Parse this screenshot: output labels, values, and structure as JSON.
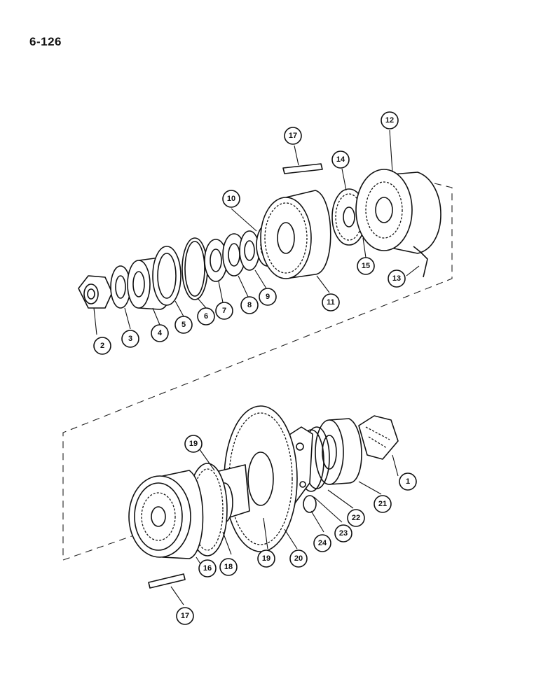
{
  "page": {
    "number": "6-126"
  },
  "callouts": [
    {
      "id": "c1",
      "label": "1"
    },
    {
      "id": "c2",
      "label": "2"
    },
    {
      "id": "c3",
      "label": "3"
    },
    {
      "id": "c4",
      "label": "4"
    },
    {
      "id": "c5",
      "label": "5"
    },
    {
      "id": "c6",
      "label": "6"
    },
    {
      "id": "c7",
      "label": "7"
    },
    {
      "id": "c8",
      "label": "8"
    },
    {
      "id": "c9",
      "label": "9"
    },
    {
      "id": "c10",
      "label": "10"
    },
    {
      "id": "c11",
      "label": "11"
    },
    {
      "id": "c12",
      "label": "12"
    },
    {
      "id": "c13",
      "label": "13"
    },
    {
      "id": "c14",
      "label": "14"
    },
    {
      "id": "c15",
      "label": "15"
    },
    {
      "id": "c16",
      "label": "16"
    },
    {
      "id": "c17a",
      "label": "17"
    },
    {
      "id": "c17b",
      "label": "17"
    },
    {
      "id": "c18",
      "label": "18"
    },
    {
      "id": "c19a",
      "label": "19"
    },
    {
      "id": "c19b",
      "label": "19"
    },
    {
      "id": "c20",
      "label": "20"
    },
    {
      "id": "c21",
      "label": "21"
    },
    {
      "id": "c22",
      "label": "22"
    },
    {
      "id": "c23",
      "label": "23"
    },
    {
      "id": "c24",
      "label": "24"
    }
  ]
}
